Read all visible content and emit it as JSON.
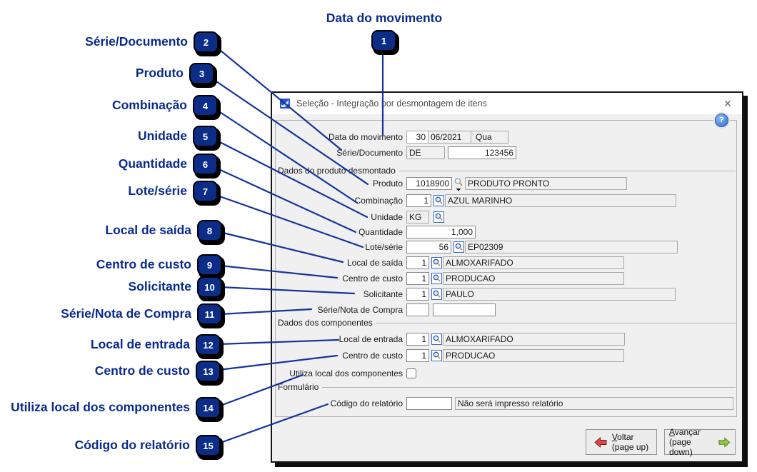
{
  "colors": {
    "accent_navy": "#0a2a8f",
    "badge_navy": "#0c2d87",
    "line_navy": "#15349a",
    "help_blue": "#2f6fd0",
    "voltar_arrow_red": "#e04646",
    "avancar_arrow_green": "#8dc63f"
  },
  "callouts": [
    {
      "num": "1",
      "label": "Data do movimento"
    },
    {
      "num": "2",
      "label": "Série/Documento"
    },
    {
      "num": "3",
      "label": "Produto"
    },
    {
      "num": "4",
      "label": "Combinação"
    },
    {
      "num": "5",
      "label": "Unidade"
    },
    {
      "num": "6",
      "label": "Quantidade"
    },
    {
      "num": "7",
      "label": "Lote/série"
    },
    {
      "num": "8",
      "label": "Local de saída"
    },
    {
      "num": "9",
      "label": "Centro de custo"
    },
    {
      "num": "10",
      "label": "Solicitante"
    },
    {
      "num": "11",
      "label": "Série/Nota de Compra"
    },
    {
      "num": "12",
      "label": "Local de entrada"
    },
    {
      "num": "13",
      "label": "Centro de custo"
    },
    {
      "num": "14",
      "label": "Utiliza local dos componentes"
    },
    {
      "num": "15",
      "label": "Código do relatório"
    }
  ],
  "window": {
    "title": "Seleção - Integração por desmontagem de itens",
    "close_glyph": "✕",
    "help_glyph": "?",
    "groups": {
      "g1": "Dados do produto desmontado",
      "g2": "Dados dos componentes",
      "g3": "Formulário"
    },
    "fields": {
      "data_movimento": {
        "label": "Data do movimento",
        "day": "30",
        "month_year": "06/2021",
        "weekday": "Qua"
      },
      "serie_documento": {
        "label": "Série/Documento",
        "serie": "DE",
        "numero": "123456"
      },
      "produto": {
        "label": "Produto",
        "codigo": "1018900",
        "descricao": "PRODUTO PRONTO"
      },
      "combinacao": {
        "label": "Combinação",
        "codigo": "1",
        "descricao": "AZUL MARINHO"
      },
      "unidade": {
        "label": "Unidade",
        "codigo": "KG"
      },
      "quantidade": {
        "label": "Quantidade",
        "valor": "1,000"
      },
      "lote_serie": {
        "label": "Lote/série",
        "codigo": "56",
        "descricao": "EP02309"
      },
      "local_saida": {
        "label": "Local de saída",
        "codigo": "1",
        "descricao": "ALMOXARIFADO"
      },
      "centro_custo_saida": {
        "label": "Centro de custo",
        "codigo": "1",
        "descricao": "PRODUCAO"
      },
      "solicitante": {
        "label": "Solicitante",
        "codigo": "1",
        "descricao": "PAULO"
      },
      "serie_nota_compra": {
        "label": "Série/Nota de Compra",
        "serie": "",
        "numero": ""
      },
      "local_entrada": {
        "label": "Local de entrada",
        "codigo": "1",
        "descricao": "ALMOXARIFADO"
      },
      "centro_custo_entrada": {
        "label": "Centro de custo",
        "codigo": "1",
        "descricao": "PRODUCAO"
      },
      "utiliza_local_componentes": {
        "label": "Utiliza local dos componentes",
        "checked": false
      },
      "codigo_relatorio": {
        "label": "Código do relatório",
        "codigo": "",
        "descricao": "Não será impresso relatório"
      }
    },
    "buttons": {
      "voltar": {
        "initial": "V",
        "rest": "oltar",
        "line2": "(page up)"
      },
      "avancar": {
        "initial": "A",
        "rest": "vançar",
        "line2": "(page down)"
      }
    }
  }
}
